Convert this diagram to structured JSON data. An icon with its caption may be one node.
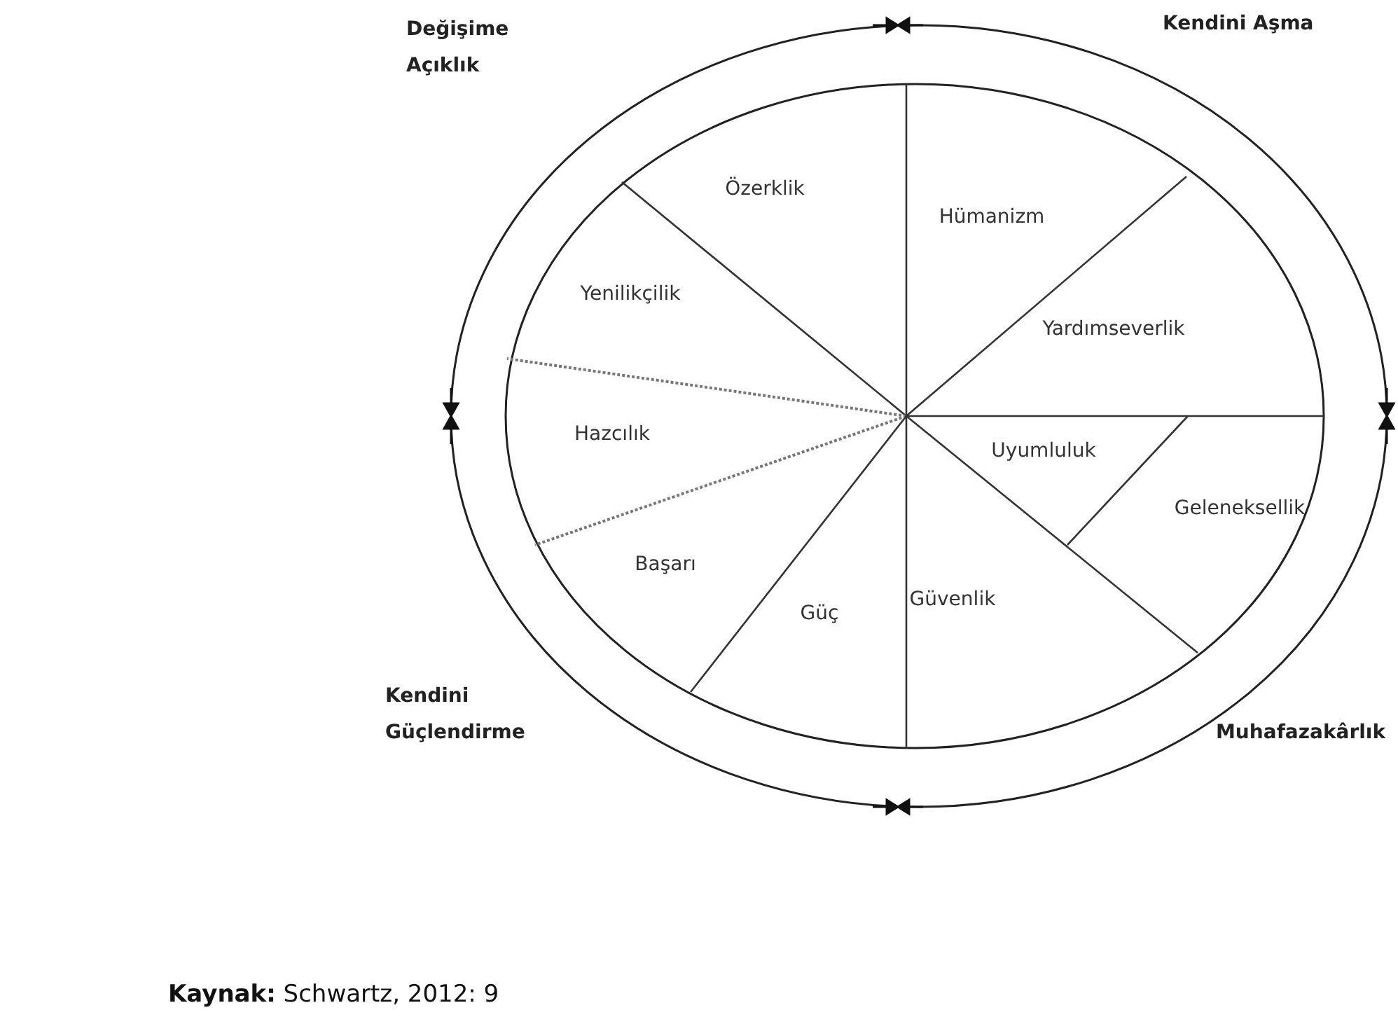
{
  "diagram": {
    "caption": "**Kaynak:** Schwartz, 2012: 9",
    "nodes": [
      {
        "text": [
          "Özerklik"
        ]
      },
      {
        "text": [
          "Hümanizm"
        ]
      },
      {
        "text": [
          "Yenilikçilik"
        ]
      },
      {
        "text": [
          "Yardımseverlik"
        ]
      },
      {
        "text": [
          "Hazcılık"
        ]
      },
      {
        "text": [
          "Uyumluluk"
        ]
      },
      {
        "text": [
          "Geleneksellik"
        ]
      },
      {
        "text": [
          "Başarı"
        ]
      },
      {
        "text": [
          "Güç"
        ]
      },
      {
        "text": [
          "Güvenlik"
        ]
      }
    ],
    "edges": [],
    "labels": [
      "Değişime Açıklık",
      "Kendini Aşma",
      "Kendini Güçlendirme",
      "Muhafazakârlık"
    ]
  }
}
